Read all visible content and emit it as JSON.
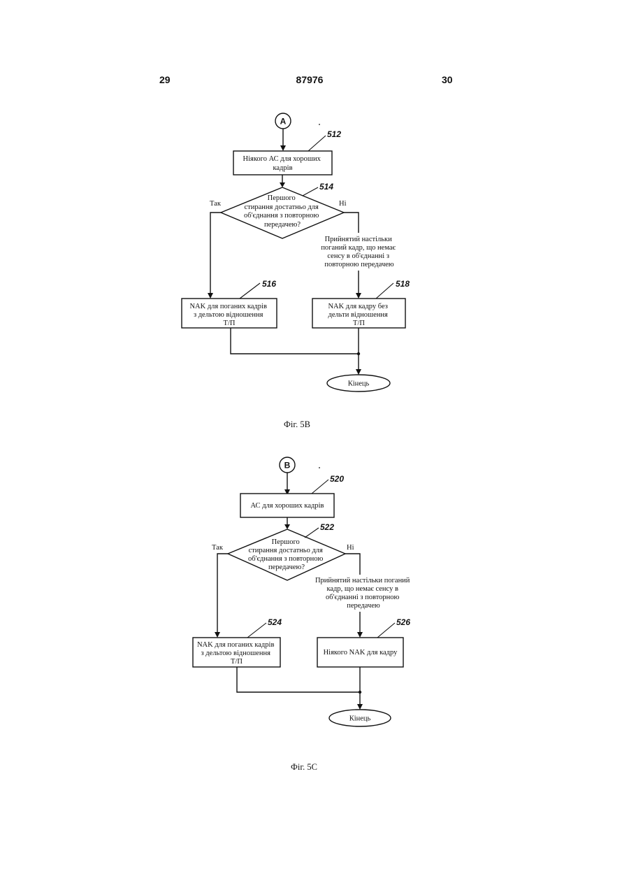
{
  "header": {
    "left_page": "29",
    "doc_number": "87976",
    "right_page": "30"
  },
  "fig5b": {
    "connector": "A",
    "caption": "Фіг. 5В",
    "refs": {
      "r512": "512",
      "r514": "514",
      "r516": "516",
      "r518": "518"
    },
    "box512": [
      "Ніякого АС для хороших",
      "кадрів"
    ],
    "decision514": [
      "Першого",
      "стирання достатньо для",
      "об'єднання з повторною",
      "передачею?"
    ],
    "yes_label": "Так",
    "no_label": "Ні",
    "no_note": [
      "Прийнятий настільки",
      "поганий кадр, що немає",
      "сенсу в об'єднанні з",
      "повторною передачею"
    ],
    "box516": [
      "NAK для поганих кадрів",
      "з дельтою відношення",
      "Т/П"
    ],
    "box518": [
      "NAK для кадру без",
      "дельти відношення",
      "Т/П"
    ],
    "end_label": "Кінець"
  },
  "fig5c": {
    "connector": "B",
    "caption": "Фіг. 5С",
    "refs": {
      "r520": "520",
      "r522": "522",
      "r524": "524",
      "r526": "526"
    },
    "box520": [
      "АС для хороших кадрів"
    ],
    "decision522": [
      "Першого",
      "стирання достатньо для",
      "об'єднання з повторною",
      "передачею?"
    ],
    "yes_label": "Так",
    "no_label": "Ні",
    "no_note": [
      "Прийнятий настільки поганий",
      "кадр, що немає сенсу в",
      "об'єднанні з повторною",
      "передачею"
    ],
    "box524": [
      "NAK для поганих кадрів",
      "з дельтою відношення",
      "Т/П"
    ],
    "box526": [
      "Ніякого NAK для кадру"
    ],
    "end_label": "Кінець"
  }
}
